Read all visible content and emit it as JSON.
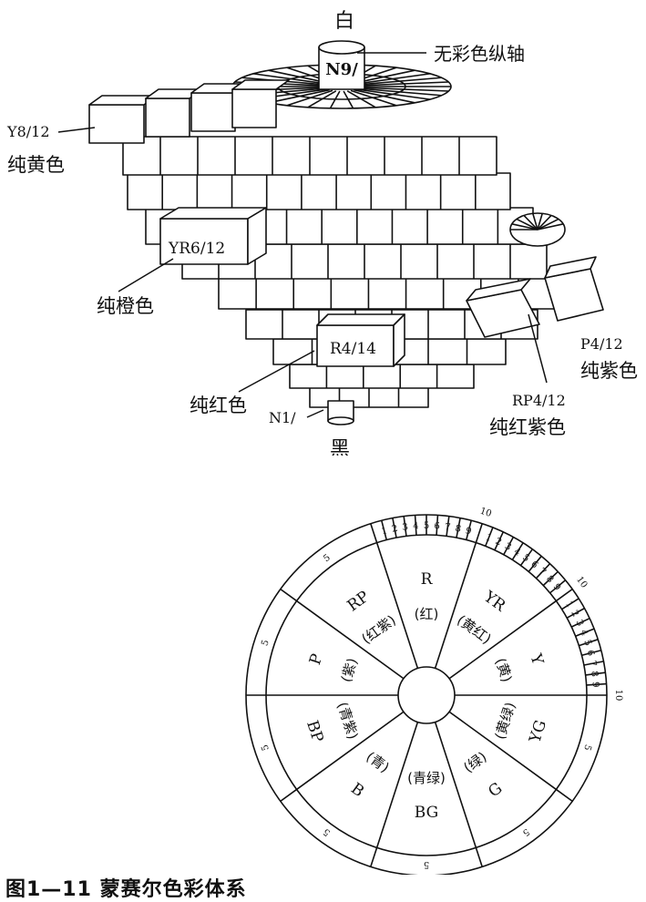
{
  "solid": {
    "white_label": "白",
    "black_label": "黑",
    "axis_callout": "无彩色纵轴",
    "axis_top_code": "N9/",
    "axis_bottom_code": "N1/",
    "samples": [
      {
        "code": "Y8/12",
        "name": "纯黄色"
      },
      {
        "code": "YR6/12",
        "name": "纯橙色"
      },
      {
        "code": "R4/14",
        "name": "纯红色"
      },
      {
        "code": "RP4/12",
        "name": "纯红紫色"
      },
      {
        "code": "P4/12",
        "name": "纯紫色"
      }
    ]
  },
  "wheel": {
    "center_hue_sectors": [
      {
        "code": "R",
        "name": "红"
      },
      {
        "code": "YR",
        "name": "黄红"
      },
      {
        "code": "Y",
        "name": "黄"
      },
      {
        "code": "YG",
        "name": "黄绿"
      },
      {
        "code": "G",
        "name": "绿"
      },
      {
        "code": "BG",
        "name": "青绿"
      },
      {
        "code": "B",
        "name": "青"
      },
      {
        "code": "BP",
        "name": "青紫"
      },
      {
        "code": "P",
        "name": "紫"
      },
      {
        "code": "RP",
        "name": "红紫"
      }
    ],
    "step_numbers": [
      "1",
      "2",
      "3",
      "4",
      "5",
      "6",
      "7",
      "8",
      "9"
    ],
    "ten_label": "10",
    "five_label": "5"
  },
  "caption": "图1—11  蒙赛尔色彩体系"
}
